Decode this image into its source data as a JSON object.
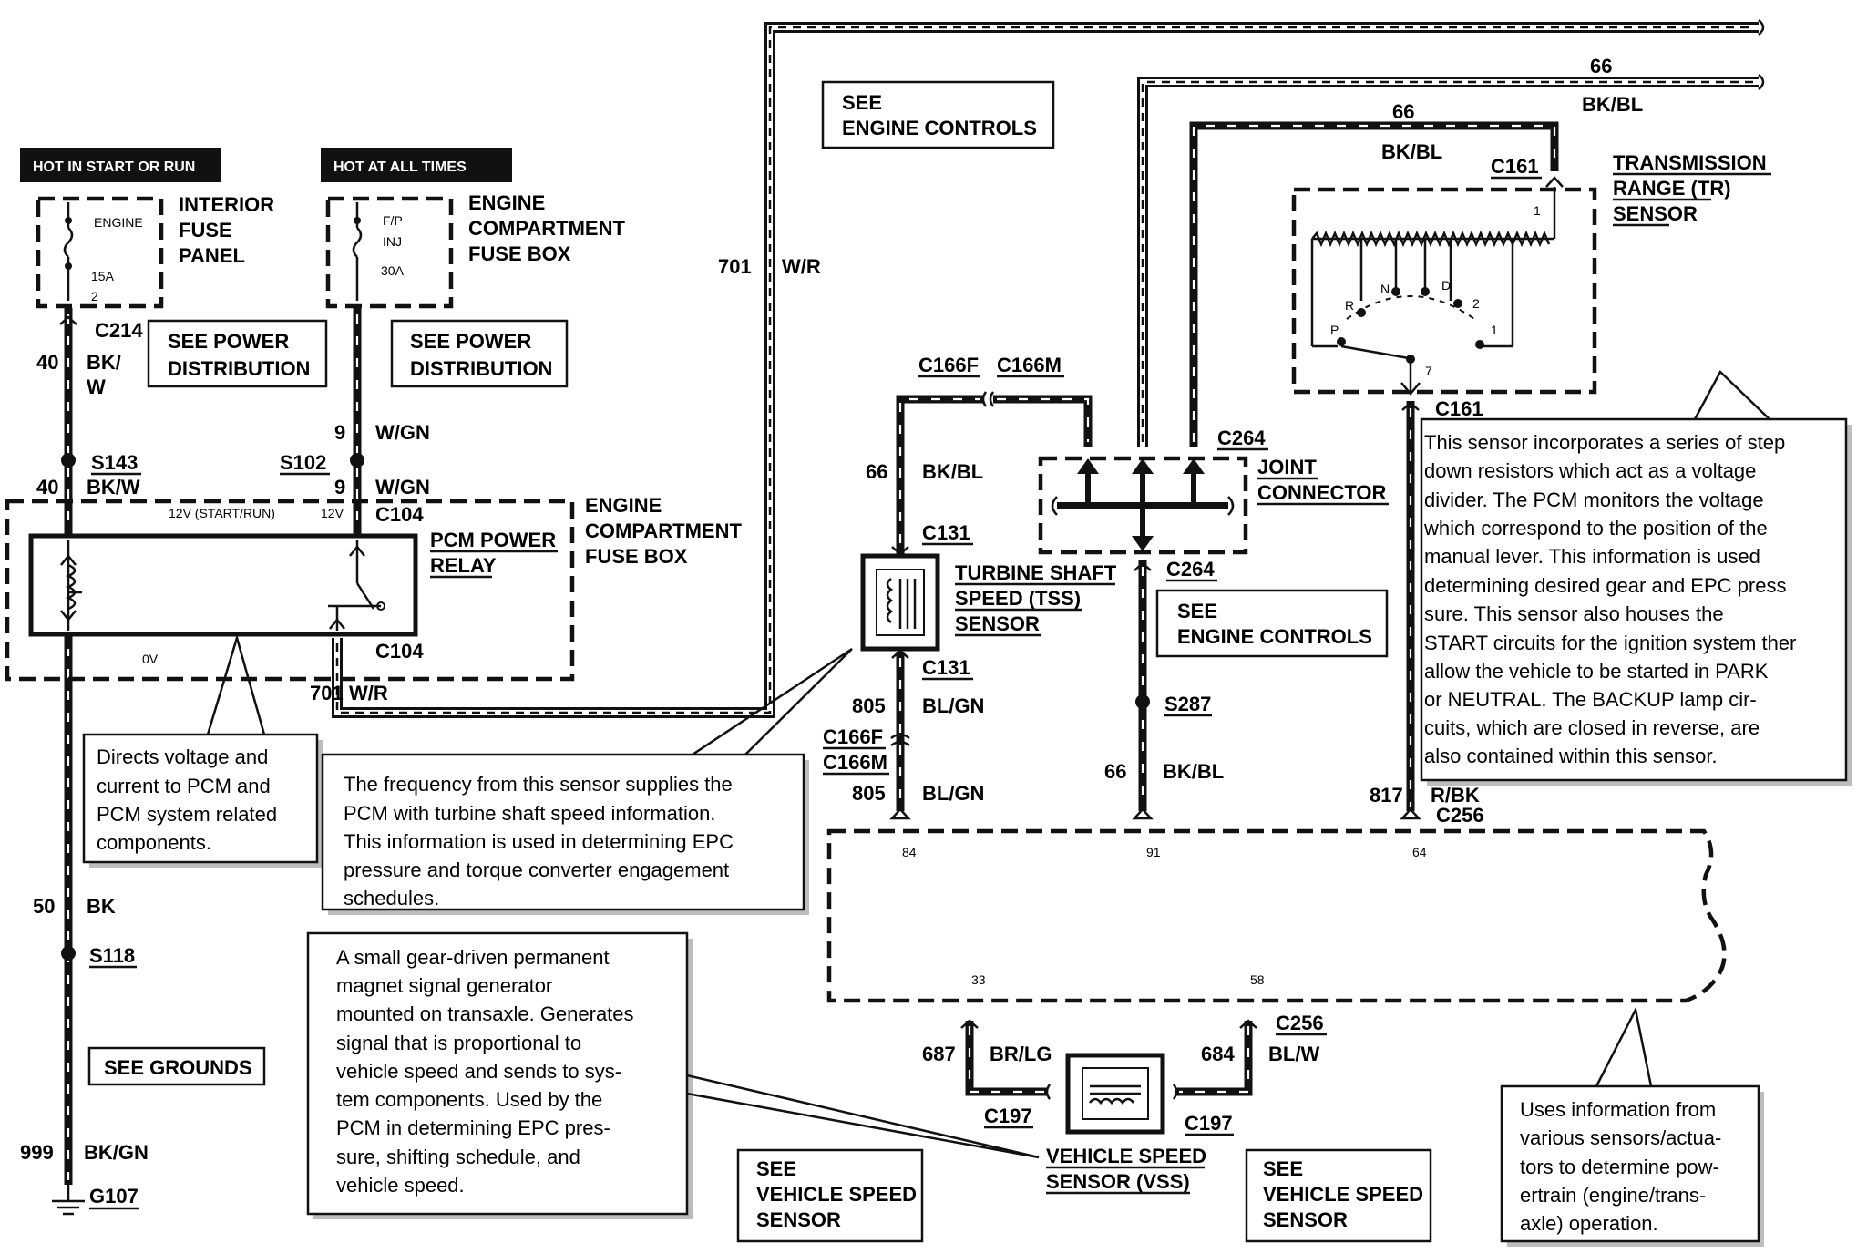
{
  "headers": {
    "hot_start_run": "HOT IN START OR RUN",
    "hot_all_times": "HOT AT ALL TIMES"
  },
  "fuse_panel": {
    "lines": [
      "INTERIOR",
      "FUSE",
      "PANEL"
    ],
    "fuse_name": "ENGINE",
    "fuse_rating": "15A",
    "fuse_number": "2"
  },
  "fuse_box": {
    "lines": [
      "ENGINE",
      "COMPARTMENT",
      "FUSE BOX"
    ],
    "fuse_name_1": "F/P",
    "fuse_name_2": "INJ",
    "fuse_rating": "30A"
  },
  "relay": {
    "lines": [
      "PCM POWER",
      "RELAY"
    ],
    "box_lines": [
      "ENGINE",
      "COMPARTMENT",
      "FUSE BOX"
    ],
    "v12_start_run": "12V (START/RUN)",
    "v12": "12V",
    "v0": "0V"
  },
  "see_boxes": {
    "power_dist_1": [
      "SEE POWER",
      "DISTRIBUTION"
    ],
    "power_dist_2": [
      "SEE POWER",
      "DISTRIBUTION"
    ],
    "engine_controls_1": [
      "SEE",
      "ENGINE CONTROLS"
    ],
    "engine_controls_2": [
      "SEE",
      "ENGINE CONTROLS"
    ],
    "grounds": "SEE GROUNDS",
    "vss_1": [
      "SEE",
      "VEHICLE SPEED",
      "SENSOR"
    ],
    "vss_2": [
      "SEE",
      "VEHICLE SPEED",
      "SENSOR"
    ]
  },
  "wires": {
    "w40": "40",
    "w40_color_a": "BK/",
    "w40_color_b": "W",
    "w40_color": "BK/W",
    "w9": "9",
    "w9_color": "W/GN",
    "w701": "701",
    "w701_color": "W/R",
    "w50": "50",
    "w50_color": "BK",
    "w999": "999",
    "w999_color": "BK/GN",
    "w66": "66",
    "w66_color": "BK/BL",
    "w805": "805",
    "w805_color": "BL/GN",
    "w817": "817",
    "w817_color": "R/BK",
    "w687": "687",
    "w687_color": "BR/LG",
    "w684": "684",
    "w684_color": "BL/W"
  },
  "connectors": {
    "c214": "C214",
    "s143": "S143",
    "s102": "S102",
    "c104": "C104",
    "s118": "S118",
    "g107": "G107",
    "c166f": "C166F",
    "c166m": "C166M",
    "c131": "C131",
    "c264": "C264",
    "s287": "S287",
    "c161": "C161",
    "c256": "C256",
    "c197": "C197"
  },
  "components": {
    "joint_connector": [
      "JOINT",
      "CONNECTOR"
    ],
    "tss": [
      "TURBINE SHAFT",
      "SPEED (TSS)",
      "SENSOR"
    ],
    "tr_sensor": [
      "TRANSMISSION",
      "RANGE (TR)",
      "SENSOR"
    ],
    "vss": [
      "VEHICLE SPEED",
      "SENSOR (VSS)"
    ],
    "tr_positions": [
      "P",
      "R",
      "N",
      "D",
      "2",
      "1"
    ],
    "tr_pin_1": "1",
    "tr_pin_7": "7"
  },
  "pcm_pins": {
    "p84": "84",
    "p91": "91",
    "p64": "64",
    "p33": "33",
    "p58": "58"
  },
  "notes": {
    "relay": [
      "Directs voltage and",
      "current to PCM and",
      "PCM system related",
      "components."
    ],
    "tss": [
      "The frequency from this sensor supplies the",
      "PCM with turbine shaft speed information.",
      "This information is used in determining EPC",
      "pressure and torque converter engagement",
      "schedules."
    ],
    "vss": [
      "A small gear-driven permanent",
      "magnet signal generator",
      "mounted on transaxle. Generates",
      "signal that is proportional to",
      "vehicle speed and sends to sys-",
      "tem components. Used by the",
      "PCM in determining EPC pres-",
      "sure, shifting schedule, and",
      "vehicle speed."
    ],
    "tr": [
      "This sensor incorporates a series of step",
      "down resistors which act as a voltage",
      "divider. The PCM monitors the voltage",
      "which correspond to the position of the",
      "manual lever. This information is used",
      "determining desired gear and EPC press",
      "sure. This sensor also houses the",
      "START circuits for the ignition system ther",
      "allow the vehicle to be started in PARK",
      "or NEUTRAL. The BACKUP lamp cir-",
      "cuits, which are closed in reverse, are",
      "also contained within this sensor."
    ],
    "pcm": [
      "Uses information from",
      "various sensors/actua-",
      "tors to determine pow-",
      "ertrain (engine/trans-",
      "axle) operation."
    ]
  }
}
